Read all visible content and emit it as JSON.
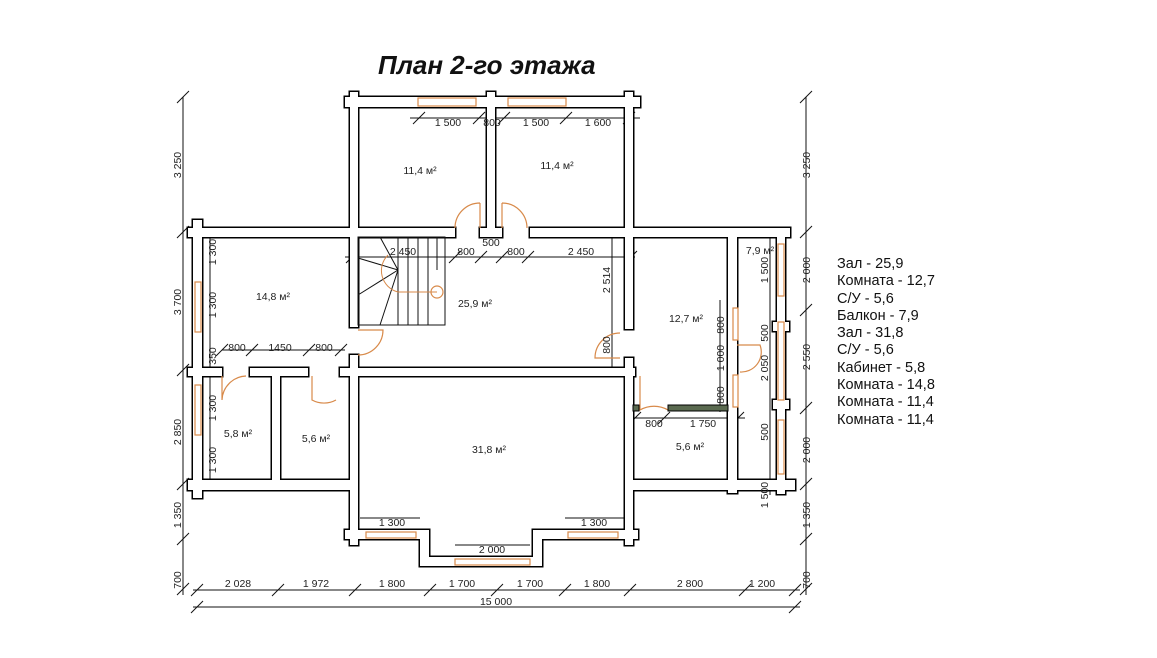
{
  "title": "План 2-го этажа",
  "legend": [
    "Зал - 25,9",
    "Комната - 12,7",
    "С/У - 5,6",
    "Балкон - 7,9",
    "Зал - 31,8",
    "С/У - 5,6",
    "Кабинет - 5,8",
    "Комната - 14,8",
    "Комната - 11,4",
    "Комната - 11,4"
  ],
  "rooms": [
    "11,4 м²",
    "11,4 м²",
    "14,8 м²",
    "25,9 м²",
    "12,7 м²",
    "7,9 м²",
    "5,8 м²",
    "5,6 м²",
    "31,8 м²",
    "5,6 м²"
  ],
  "dims": {
    "top": [
      "1 500",
      "800",
      "1 500",
      "1 600"
    ],
    "stair_row": [
      "2 450",
      "800",
      "500",
      "800",
      "2 450"
    ],
    "hall_right": "2 514",
    "left_inner": [
      "1 300",
      "1 300",
      "350",
      "1 300",
      "1 300"
    ],
    "cabinet_row": [
      "800",
      "1450",
      "800"
    ],
    "hall_door": "800",
    "right_room": [
      "800",
      "1 000",
      "800",
      "800",
      "1 750"
    ],
    "balcony": [
      "1 500",
      "500",
      "2 050",
      "500",
      "1 500"
    ],
    "far_right": [
      "3 250",
      "2 000",
      "2 550",
      "2 000",
      "1 350",
      "700"
    ],
    "far_left": [
      "3 250",
      "3 700",
      "2 850",
      "1 350",
      "700"
    ],
    "bay": [
      "1 300",
      "2 000",
      "1 300"
    ],
    "bottom": [
      "2 028",
      "1 972",
      "1 800",
      "1 700",
      "1 700",
      "1 800",
      "2 800",
      "1 200"
    ],
    "total": "15 000"
  },
  "colors": {
    "wall": "#000000",
    "window_door": "#d88a4a",
    "partition": "#5a6a50"
  }
}
